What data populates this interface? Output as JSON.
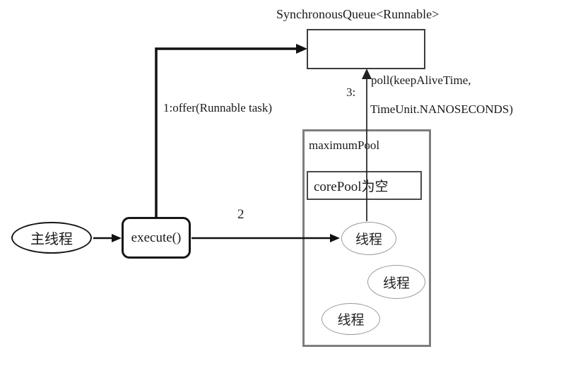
{
  "diagram": {
    "queue": {
      "title": "SynchronousQueue<Runnable>"
    },
    "main_thread": {
      "label": "主线程"
    },
    "execute": {
      "label": "execute()"
    },
    "pool": {
      "label": "maximumPool",
      "core_pool": {
        "label": "corePool为空"
      },
      "threads": [
        {
          "label": "线程"
        },
        {
          "label": "线程"
        },
        {
          "label": "线程"
        }
      ]
    },
    "edges": {
      "offer": {
        "label": "1:offer(Runnable task)"
      },
      "step2": {
        "label": "2"
      },
      "poll": {
        "prefix": "3:",
        "line1": "poll(keepAliveTime,",
        "line2": "TimeUnit.NANOSECONDS)"
      }
    }
  },
  "colors": {
    "ink": "#1a1a1a",
    "node-border": "#161616",
    "queue-border": "#3c3c3c",
    "pool-border": "#7e7e7e",
    "corepool-border": "#4a4a4a",
    "thread-border": "#9a9a9a",
    "canvas-bg": "#ffffff"
  }
}
